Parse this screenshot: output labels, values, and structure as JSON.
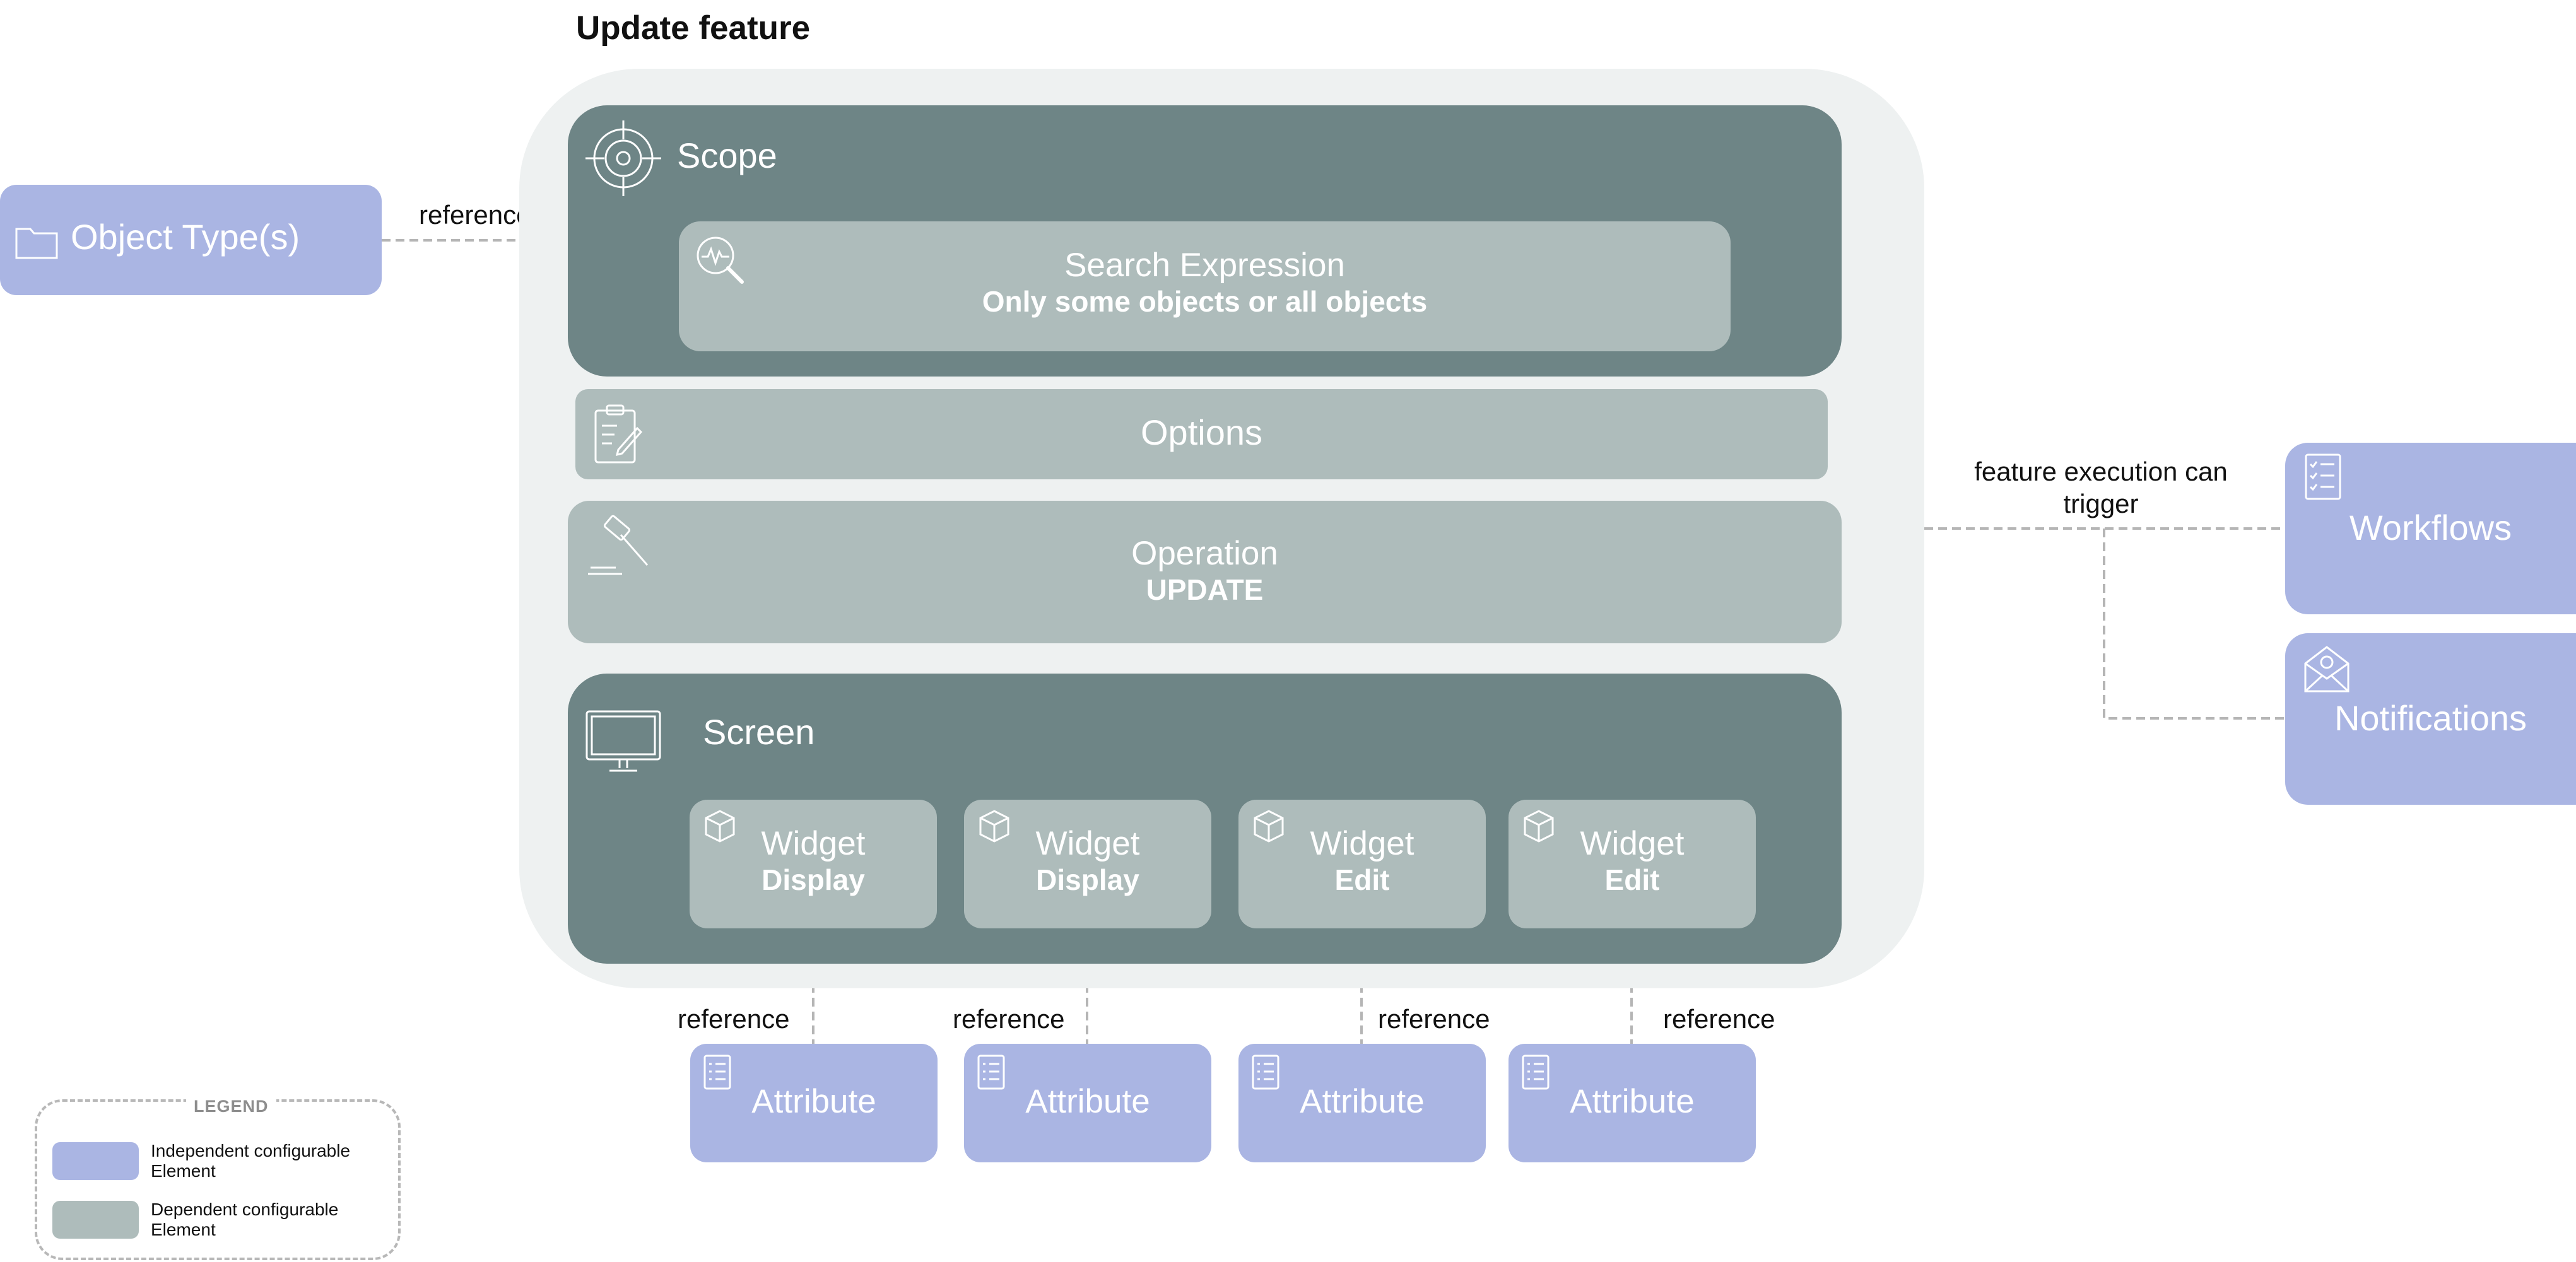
{
  "title": "Update feature",
  "object_types": {
    "label": "Object Type(s)",
    "icon": "folder-icon"
  },
  "scope": {
    "label": "Scope",
    "icon": "target-icon",
    "search": {
      "title": "Search Expression",
      "subtitle": "Only some objects or all objects",
      "icon": "search-activity-icon"
    }
  },
  "options": {
    "label": "Options",
    "icon": "clipboard-edit-icon"
  },
  "operation": {
    "label": "Operation",
    "value": "UPDATE",
    "icon": "gavel-icon"
  },
  "screen": {
    "label": "Screen",
    "icon": "monitor-icon",
    "widgets": [
      {
        "title": "Widget",
        "mode": "Display",
        "icon": "box-icon"
      },
      {
        "title": "Widget",
        "mode": "Display",
        "icon": "box-icon"
      },
      {
        "title": "Widget",
        "mode": "Edit",
        "icon": "box-icon"
      },
      {
        "title": "Widget",
        "mode": "Edit",
        "icon": "box-icon"
      }
    ]
  },
  "attributes": [
    {
      "label": "Attribute",
      "icon": "list-icon"
    },
    {
      "label": "Attribute",
      "icon": "list-icon"
    },
    {
      "label": "Attribute",
      "icon": "list-icon"
    },
    {
      "label": "Attribute",
      "icon": "list-icon"
    }
  ],
  "references": {
    "object_types": "reference",
    "attr1": "reference",
    "attr2": "reference",
    "attr3": "reference",
    "attr4": "reference"
  },
  "trigger": {
    "text_line1": "feature execution can",
    "text_line2": "trigger"
  },
  "workflows": {
    "label": "Workflows",
    "icon": "checklist-icon"
  },
  "notifications": {
    "label": "Notifications",
    "icon": "mail-icon"
  },
  "legend": {
    "title": "LEGEND",
    "independent": {
      "line1": "Independent configurable",
      "line2": "Element",
      "color": "#aab5e3"
    },
    "dependent": {
      "line1": "Dependent configurable",
      "line2": "Element",
      "color": "#aebcbb"
    }
  },
  "colors": {
    "independent": "#aab5e3",
    "dependent": "#aebcbb",
    "container_dark": "#6e8586",
    "feature_background": "#eef1f1",
    "connector": "#b5b5b5"
  }
}
